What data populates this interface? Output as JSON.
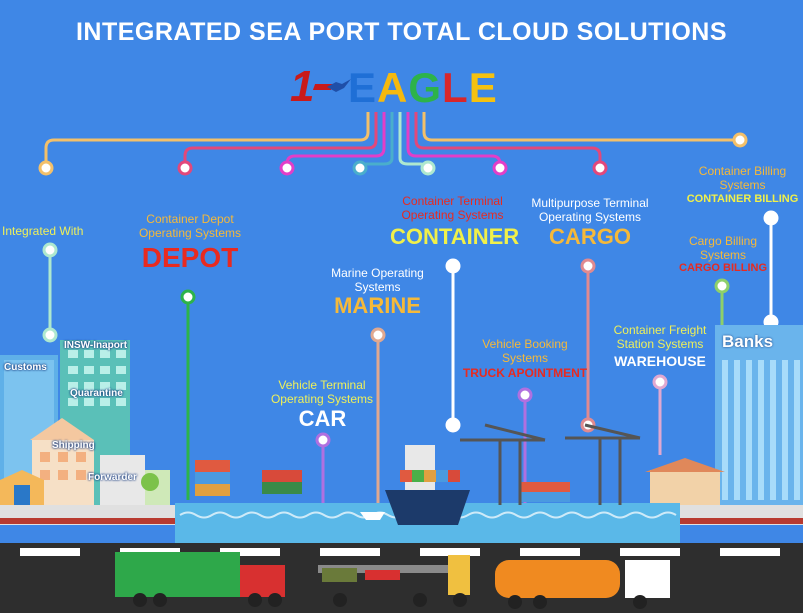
{
  "title": "INTEGRATED SEA PORT TOTAL CLOUD SOLUTIONS",
  "logo": {
    "prefix": "1",
    "word": "EAGLE"
  },
  "brand_colors": [
    "#1f6fd6",
    "#f5b90f",
    "#2db34a",
    "#d8262a",
    "#f5c10f"
  ],
  "integrated": {
    "heading": "Integrated With",
    "items": [
      "INSW-Inaport",
      "Customs",
      "Quarantine",
      "Shipping",
      "Forwarder"
    ]
  },
  "depot": {
    "subtitle": "Container Depot Operating Systems",
    "name": "DEPOT"
  },
  "marine": {
    "subtitle": "Marine Operating Systems",
    "name": "MARINE"
  },
  "car": {
    "subtitle": "Vehicle Terminal Operating Systems",
    "name": "CAR"
  },
  "container": {
    "subtitle": "Container Terminal Operating Systems",
    "name": "CONTAINER"
  },
  "cargo": {
    "subtitle": "Multipurpose Terminal Operating Systems",
    "name": "CARGO"
  },
  "truck": {
    "subtitle": "Vehicle Booking Systems",
    "name": "TRUCK APOINTMENT"
  },
  "container_billing": {
    "subtitle": "Container Billing Systems",
    "name": "CONTAINER BILLING"
  },
  "cargo_billing": {
    "subtitle": "Cargo Billing Systems",
    "name": "CARGO BILLING"
  },
  "warehouse": {
    "subtitle": "Container Freight Station Systems",
    "name": "WAREHOUSE"
  },
  "banks": {
    "name": "Banks"
  }
}
